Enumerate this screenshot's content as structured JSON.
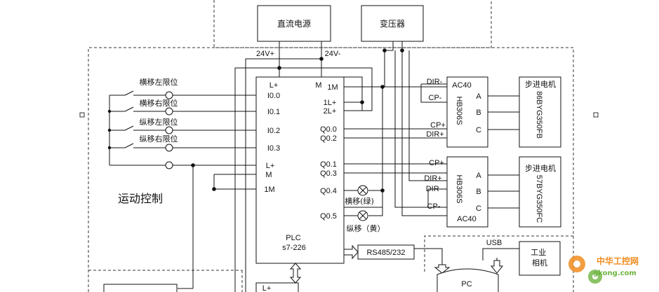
{
  "power": {
    "dc_supply": "直流电源",
    "transformer": "变压器",
    "v24_pos": "24V+",
    "v24_neg": "24V-"
  },
  "plc": {
    "title": "PLC",
    "model": "s7-226",
    "left_terms": [
      "L+",
      "I0.0",
      "I0.1",
      "I0.2",
      "I0.3",
      "L+",
      "M",
      "1M"
    ],
    "right_terms": [
      "M",
      "1M",
      "1L+",
      "2L+",
      "Q0.0",
      "Q0.2",
      "Q0.1",
      "Q0.3",
      "Q0.4",
      "Q0.5"
    ]
  },
  "limits": [
    "横移左限位",
    "横移右限位",
    "纵移左限位",
    "纵移右限位"
  ],
  "section_label": "运动控制",
  "lamps": [
    "横移(绿)",
    "纵移（黄）"
  ],
  "driver1": {
    "top": "AC40",
    "model": "HB306S",
    "in": [
      "DIR-",
      "CP-",
      "CP+",
      "DIR+"
    ],
    "out": [
      "A",
      "B",
      "C"
    ]
  },
  "driver2": {
    "bottom": "AC40",
    "model": "HB306S",
    "in": [
      "CP+",
      "DIR+",
      "DIR-",
      "CP-"
    ],
    "out": [
      "A",
      "B",
      "C"
    ]
  },
  "motor1": {
    "title": "步进电机",
    "model": "86BYG350FB"
  },
  "motor2": {
    "title": "步进电机",
    "model": "57BYG350FC"
  },
  "comm": {
    "rs485": "RS485/232",
    "usb": "USB",
    "camera": "工业\n相机",
    "pc": "PC"
  },
  "watermark": {
    "cn": "中华工控网",
    "url": "gkong.com"
  },
  "colors": {
    "line": "#111111",
    "dash": "#333333",
    "wm_orange": "#f08c1e",
    "wm_green": "#6db33f"
  }
}
